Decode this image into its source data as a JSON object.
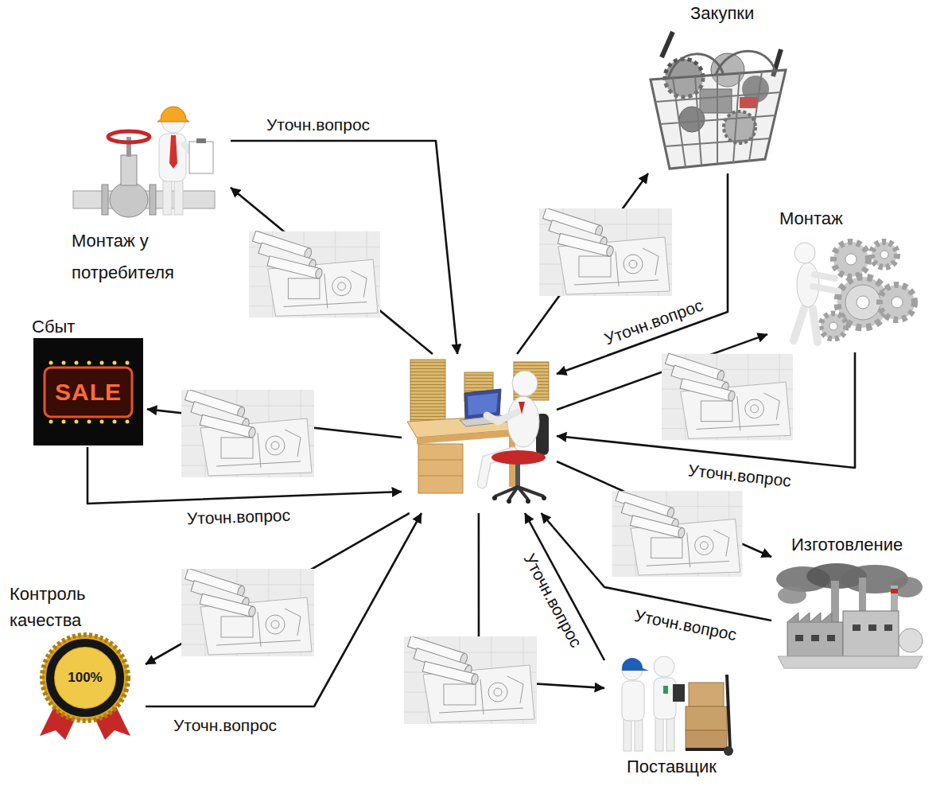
{
  "diagram": {
    "nodes": [
      {
        "text": [
          "Закупки"
        ]
      },
      {
        "text": [
          "Монтаж у потребителя"
        ]
      },
      {
        "text": [
          "Монтаж"
        ]
      },
      {
        "text": [
          "Сбыт"
        ]
      },
      {
        "text": []
      },
      {
        "text": [
          "Изготовление"
        ]
      },
      {
        "text": [
          "Контроль качества"
        ]
      },
      {
        "text": [
          "Поставщик"
        ]
      }
    ],
    "edges": [
      {
        "from": 4,
        "to": 0,
        "arrow": "to"
      },
      {
        "from": 0,
        "to": 4,
        "label": "Уточн.вопрос",
        "arrow": "to"
      },
      {
        "from": 4,
        "to": 1,
        "arrow": "to"
      },
      {
        "from": 1,
        "to": 4,
        "label": "Уточн.вопрос",
        "arrow": "to"
      },
      {
        "from": 4,
        "to": 2,
        "arrow": "to"
      },
      {
        "from": 2,
        "to": 4,
        "label": "Уточн.вопрос",
        "arrow": "to"
      },
      {
        "from": 4,
        "to": 3,
        "arrow": "to"
      },
      {
        "from": 3,
        "to": 4,
        "label": "Уточн.вопрос",
        "arrow": "to"
      },
      {
        "from": 4,
        "to": 5,
        "arrow": "to"
      },
      {
        "from": 5,
        "to": 4,
        "label": "Уточн.вопрос",
        "arrow": "to"
      },
      {
        "from": 4,
        "to": 6,
        "arrow": "to"
      },
      {
        "from": 6,
        "to": 4,
        "label": "Уточн.вопрос",
        "arrow": "to"
      },
      {
        "from": 4,
        "to": 7,
        "arrow": "to"
      },
      {
        "from": 7,
        "to": 4,
        "label": "Уточн.вопрос",
        "arrow": "to"
      }
    ],
    "labels": [
      "SALE",
      "100%"
    ]
  }
}
